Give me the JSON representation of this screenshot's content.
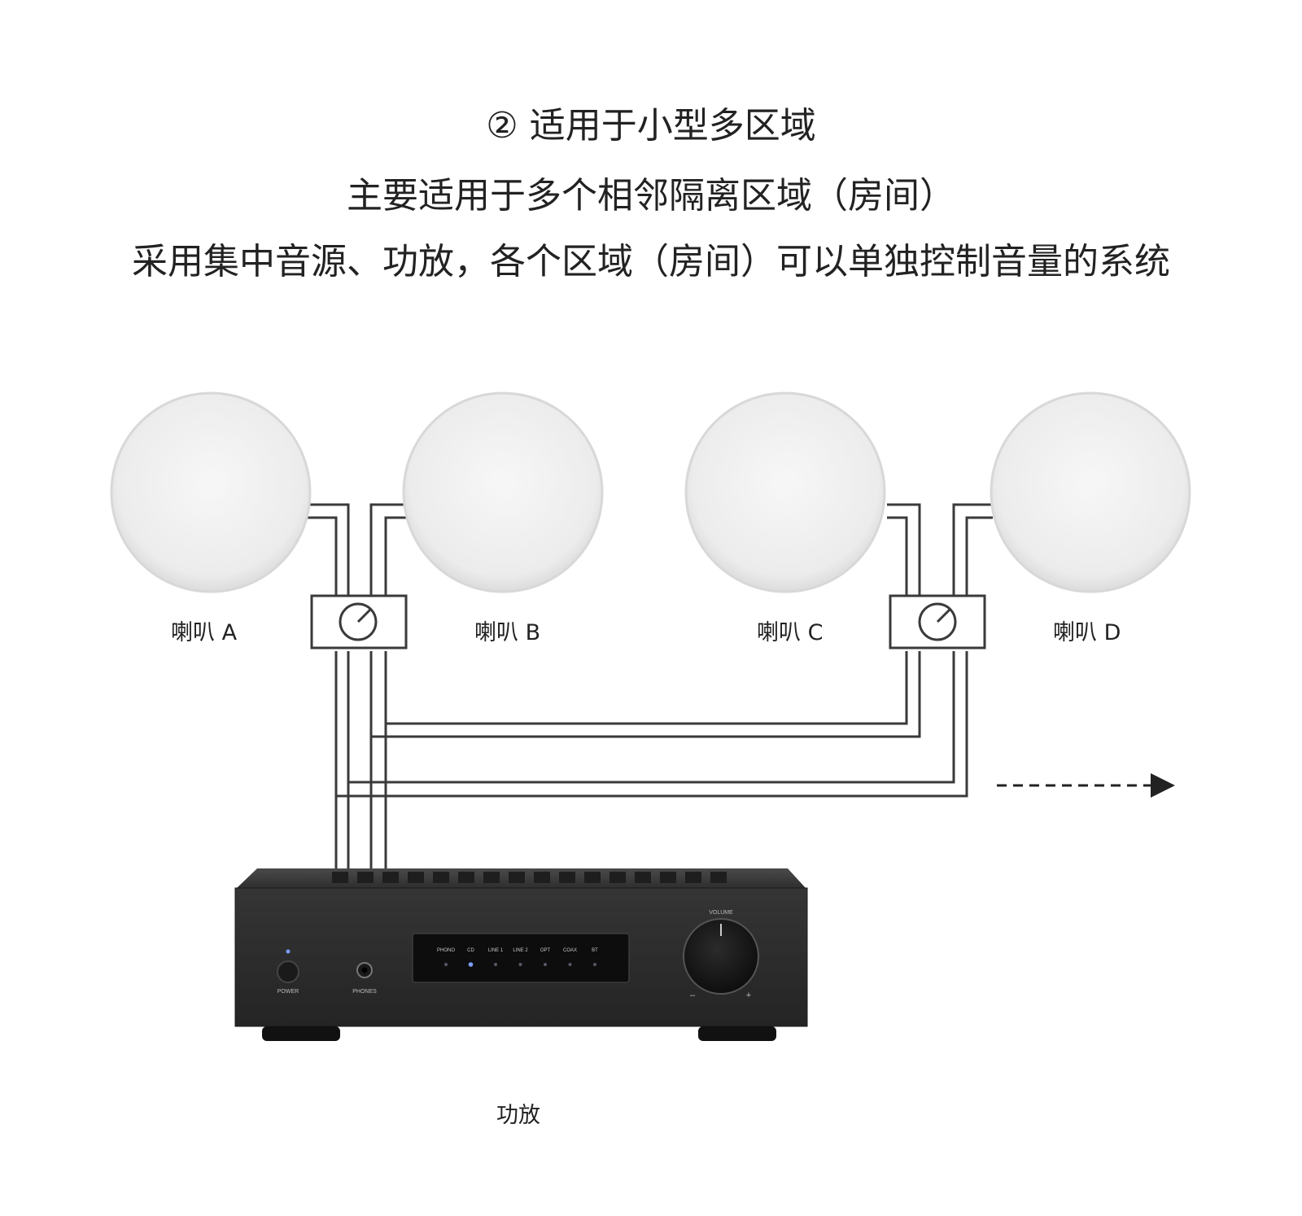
{
  "header": {
    "title": "② 适用于小型多区域",
    "subtitle": "主要适用于多个相邻隔离区域（房间）",
    "description": "采用集中音源、功放，各个区域（房间）可以单独控制音量的系统"
  },
  "speakers": [
    {
      "label": "喇叭 A"
    },
    {
      "label": "喇叭 B"
    },
    {
      "label": "喇叭 C"
    },
    {
      "label": "喇叭 D"
    }
  ],
  "amplifier": {
    "label": "功放",
    "inputs": [
      "PHONO",
      "CD",
      "LINE 1",
      "LINE 2",
      "OPT",
      "COAX",
      "BT"
    ],
    "active_input": "CD",
    "power_label": "POWER",
    "phones_label": "PHONES",
    "volume_label": "VOLUME",
    "volume_minus": "–",
    "volume_plus": "+"
  },
  "colors": {
    "wire": "#3a3a3a",
    "amp_body": "#2a2a2a",
    "led_active": "#7aa0ff"
  }
}
